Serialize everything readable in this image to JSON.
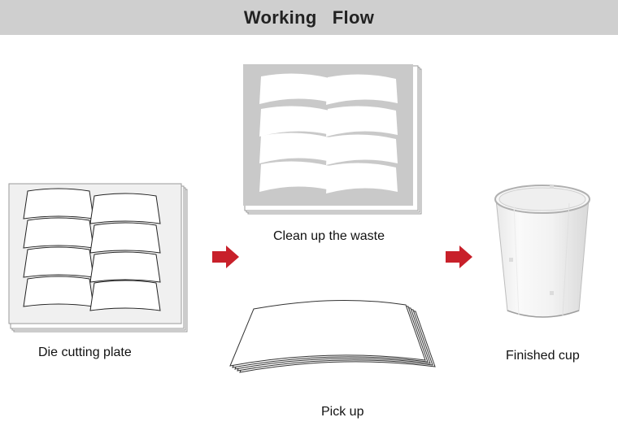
{
  "header": {
    "title": "Working   Flow"
  },
  "steps": {
    "die_cutting": {
      "label": "Die cutting plate"
    },
    "clean_up": {
      "label": "Clean up the waste"
    },
    "pick_up": {
      "label": "Pick up"
    },
    "finished": {
      "label": "Finished cup"
    }
  },
  "colors": {
    "header_bg": "#cfcfcf",
    "arrow": "#c8202a",
    "plate_bg": "#f0f0f0",
    "waste_bg": "#c9c9c9"
  }
}
